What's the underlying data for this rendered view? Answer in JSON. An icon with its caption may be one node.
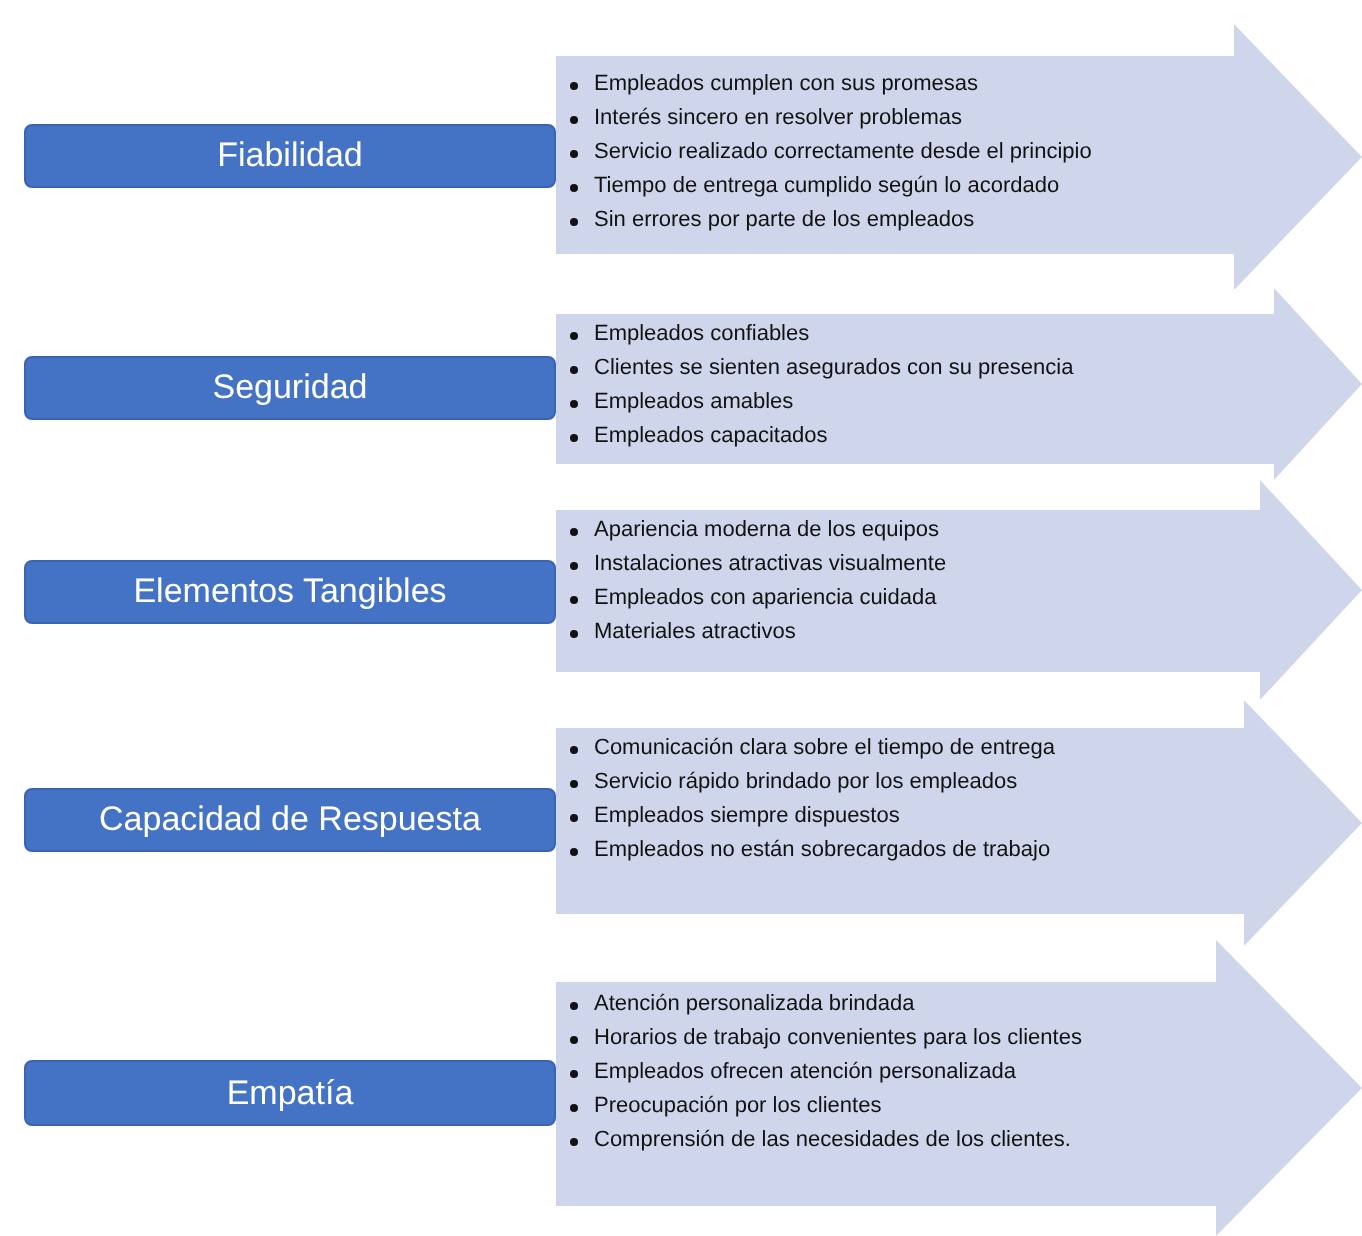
{
  "diagram": {
    "nodes": [
      {
        "text": [
          "Fiabilidad"
        ]
      },
      {
        "text": [
          "Empleados cumplen con sus promesas",
          "Interés sincero en resolver problemas",
          "Servicio realizado correctamente desde el principio",
          "Tiempo de entrega cumplido según lo acordado",
          "Sin errores por parte de los empleados"
        ]
      },
      {
        "text": [
          "Seguridad"
        ]
      },
      {
        "text": [
          "Empleados confiables",
          "Clientes se sienten asegurados con su presencia",
          "Empleados amables",
          "Empleados capacitados"
        ]
      },
      {
        "text": [
          "Elementos Tangibles"
        ]
      },
      {
        "text": [
          "Apariencia moderna de los equipos",
          "Instalaciones atractivas visualmente",
          "Empleados con apariencia cuidada",
          "Materiales atractivos"
        ]
      },
      {
        "text": [
          "Capacidad de Respuesta"
        ]
      },
      {
        "text": [
          "Comunicación clara sobre el tiempo de entrega",
          "Servicio rápido brindado por los empleados",
          "Empleados siempre dispuestos",
          "Empleados no están sobrecargados de trabajo"
        ]
      },
      {
        "text": [
          "Empatía"
        ]
      },
      {
        "text": [
          "Atención personalizada brindada",
          "Horarios de trabajo convenientes para los clientes",
          "Empleados ofrecen atención personalizada",
          "Preocupación por los clientes",
          "Comprensión de las necesidades de los clientes."
        ]
      }
    ]
  }
}
